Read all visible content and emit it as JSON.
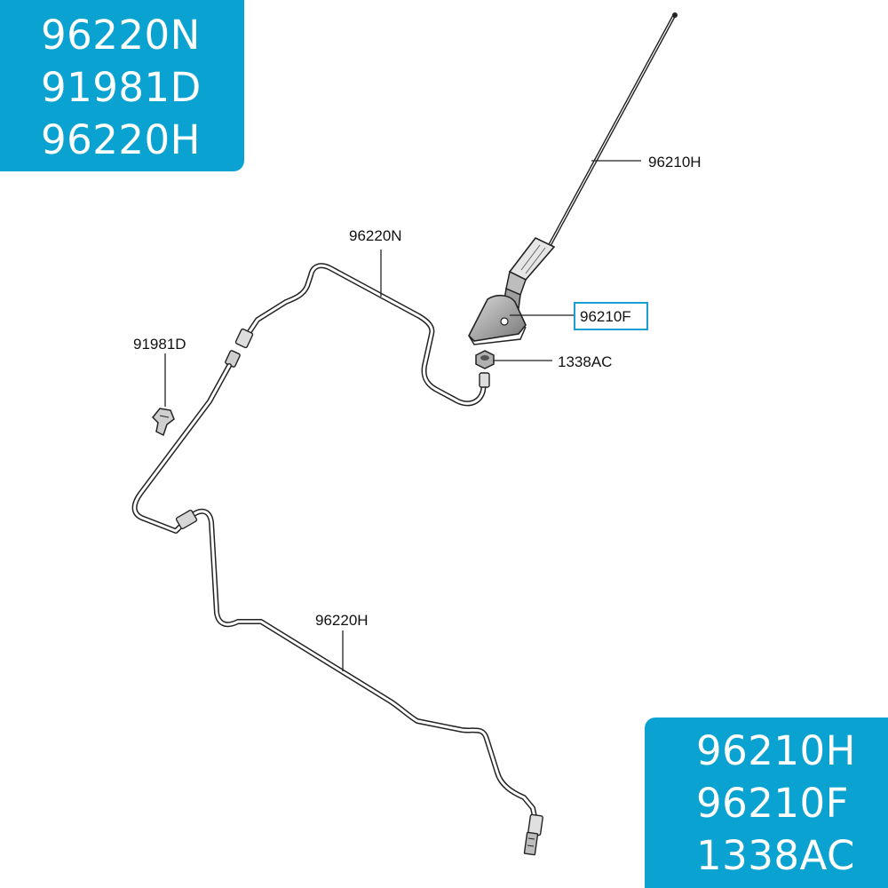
{
  "badges": {
    "top_left": [
      "96220N",
      "91981D",
      "96220H"
    ],
    "bottom_right": [
      "96210H",
      "96210F",
      "1338AC"
    ]
  },
  "callouts": {
    "antenna_mast": "96210H",
    "antenna_cable_upper": "96220N",
    "antenna_base": "96210F",
    "nut": "1338AC",
    "clip": "91981D",
    "antenna_cable_lower": "96220H"
  },
  "colors": {
    "badge_bg": "#0aa3d1",
    "badge_text": "#ffffff",
    "highlight_box": "#1a9fd4",
    "line": "#222222"
  }
}
